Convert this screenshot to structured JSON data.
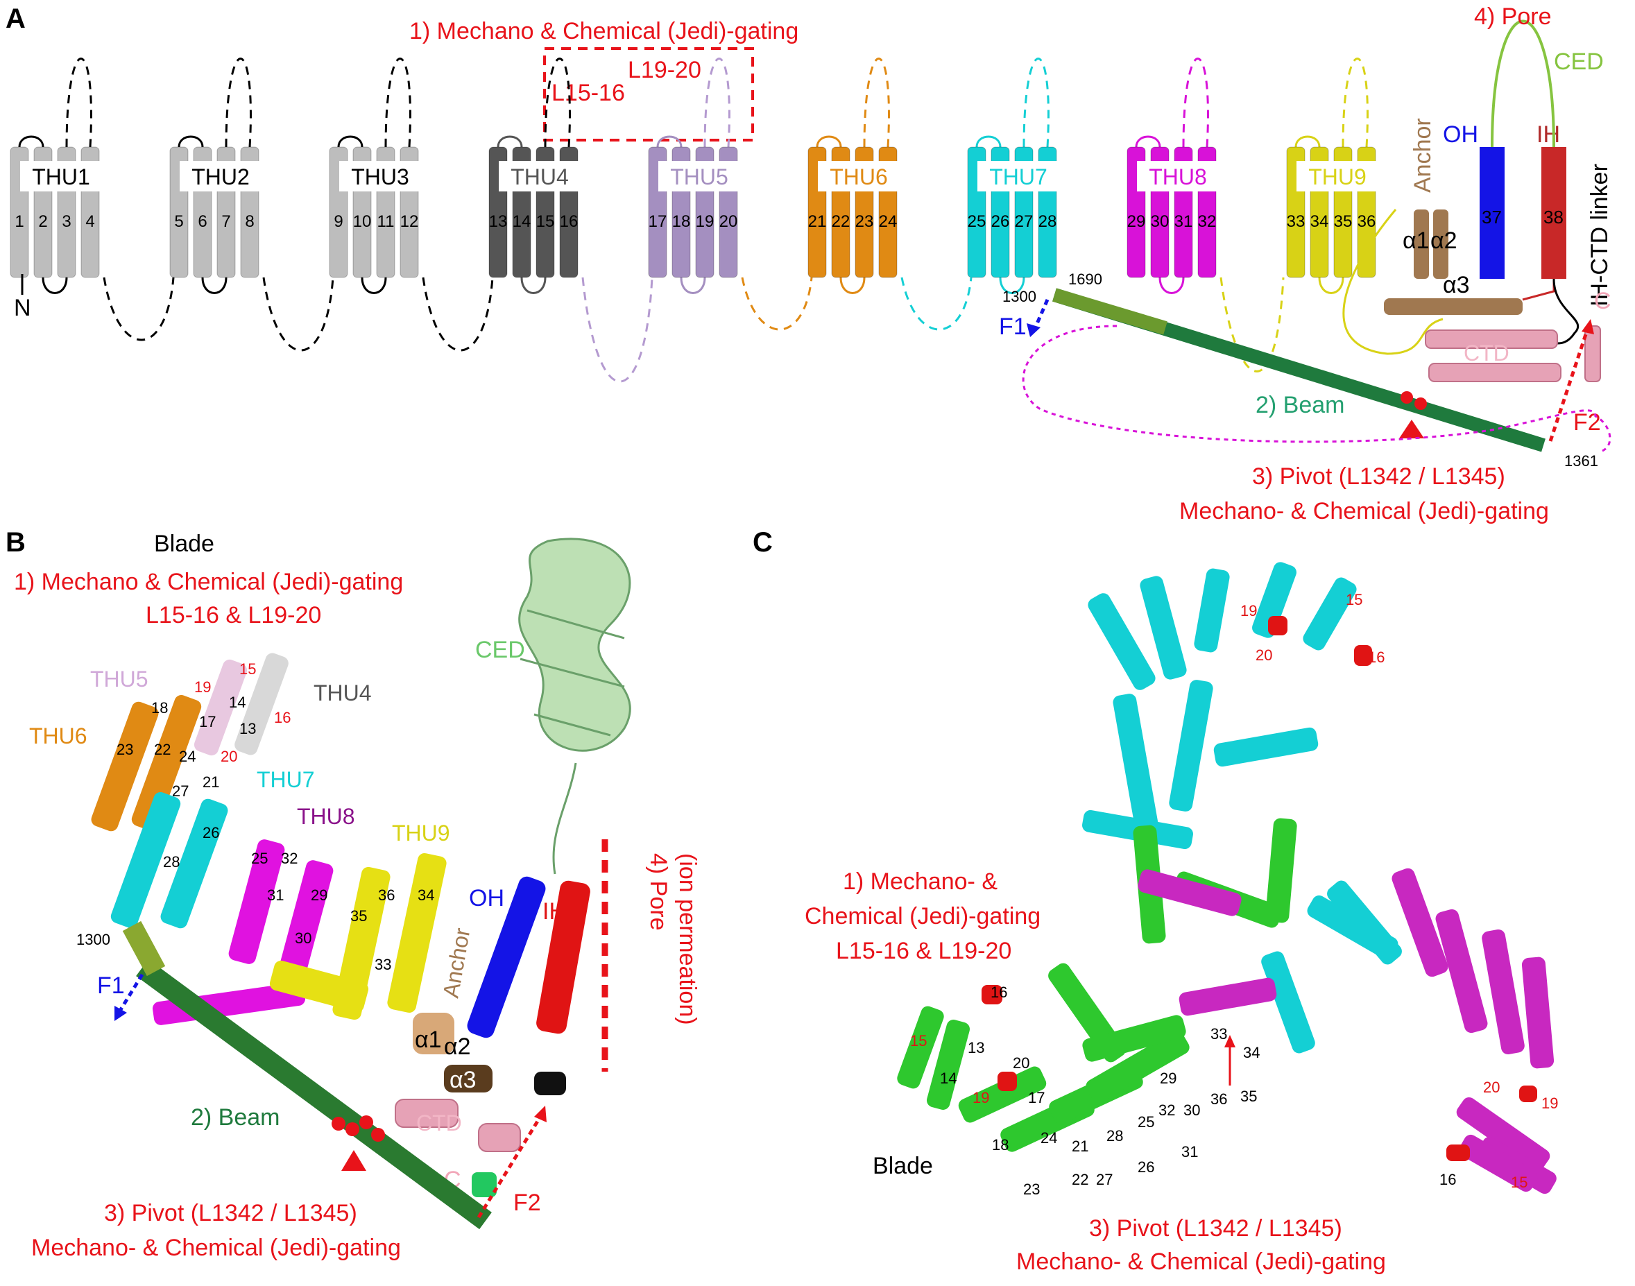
{
  "panels": {
    "A": {
      "letter": "A",
      "gating_title": "1) Mechano & Chemical (Jedi)-gating",
      "loop1": "L15-16",
      "loop2": "L19-20",
      "pore_title": "4) Pore",
      "ced": "CED",
      "anchor": "Anchor",
      "oh": "OH",
      "ih": "IH",
      "ih_ctd_linker": "IH-CTD linker",
      "units": [
        {
          "name": "THU1",
          "color": "#bdbdbd",
          "helices": [
            "1",
            "2",
            "3",
            "4"
          ]
        },
        {
          "name": "THU2",
          "color": "#bdbdbd",
          "helices": [
            "5",
            "6",
            "7",
            "8"
          ]
        },
        {
          "name": "THU3",
          "color": "#bdbdbd",
          "helices": [
            "9",
            "10",
            "11",
            "12"
          ]
        },
        {
          "name": "THU4",
          "color": "#555555",
          "helices": [
            "13",
            "14",
            "15",
            "16"
          ]
        },
        {
          "name": "THU5",
          "color": "#a48fc0",
          "helices": [
            "17",
            "18",
            "19",
            "20"
          ]
        },
        {
          "name": "THU6",
          "color": "#e08a14",
          "helices": [
            "21",
            "22",
            "23",
            "24"
          ]
        },
        {
          "name": "THU7",
          "color": "#14cfd4",
          "helices": [
            "25",
            "26",
            "27",
            "28"
          ]
        },
        {
          "name": "THU8",
          "color": "#d812d8",
          "helices": [
            "29",
            "30",
            "31",
            "32"
          ]
        },
        {
          "name": "THU9",
          "color": "#d8d216",
          "helices": [
            "33",
            "34",
            "35",
            "36"
          ]
        }
      ],
      "helix37": "37",
      "helix38": "38",
      "alpha1": "α1",
      "alpha2": "α2",
      "alpha3": "α3",
      "ctd": "CTD",
      "c_term": "C",
      "n_term": "N",
      "res1300": "1300",
      "res1690": "1690",
      "res1361": "1361",
      "f1": "F1",
      "f2": "F2",
      "beam": "2) Beam",
      "pivot_line1": "3) Pivot (L1342 / L1345)",
      "pivot_line2": "Mechano- & Chemical (Jedi)-gating"
    },
    "B": {
      "letter": "B",
      "blade": "Blade",
      "gating_line1": "1) Mechano & Chemical (Jedi)-gating",
      "gating_line2": "L15-16 & L19-20",
      "ced": "CED",
      "thu5": "THU5",
      "thu4": "THU4",
      "thu6": "THU6",
      "thu7": "THU7",
      "thu8": "THU8",
      "thu9": "THU9",
      "oh": "OH",
      "ih": "IH",
      "anchor": "Anchor",
      "alpha1": "α1",
      "alpha2": "α2",
      "alpha3": "α3",
      "ctd": "CTD",
      "c_term": "C",
      "pore_line1": "4) Pore",
      "pore_line2": "(ion permeation)",
      "res1300": "1300",
      "f1": "F1",
      "f2": "F2",
      "beam": "2) Beam",
      "pivot_line1": "3) Pivot (L1342 / L1345)",
      "pivot_line2": "Mechano- & Chemical (Jedi)-gating",
      "nums": [
        "15",
        "19",
        "16",
        "14",
        "18",
        "17",
        "13",
        "20",
        "22",
        "23",
        "24",
        "21",
        "27",
        "26",
        "25",
        "28",
        "31",
        "32",
        "29",
        "30",
        "35",
        "36",
        "34",
        "33"
      ]
    },
    "C": {
      "letter": "C",
      "gating_line1": "1) Mechano- &",
      "gating_line2": "Chemical (Jedi)-gating",
      "gating_line3": "L15-16 & L19-20",
      "blade": "Blade",
      "pivot_line1": "3) Pivot (L1342 / L1345)",
      "pivot_line2": "Mechano- & Chemical (Jedi)-gating",
      "top_nums": [
        "19",
        "15",
        "20",
        "16"
      ],
      "left_nums": [
        "16",
        "15",
        "13",
        "14",
        "20",
        "19",
        "17",
        "18",
        "24",
        "21",
        "28",
        "25",
        "29",
        "32",
        "30",
        "36",
        "33",
        "34",
        "35",
        "22",
        "27",
        "26",
        "23",
        "31"
      ],
      "right_nums": [
        "20",
        "19",
        "16",
        "15"
      ]
    }
  }
}
